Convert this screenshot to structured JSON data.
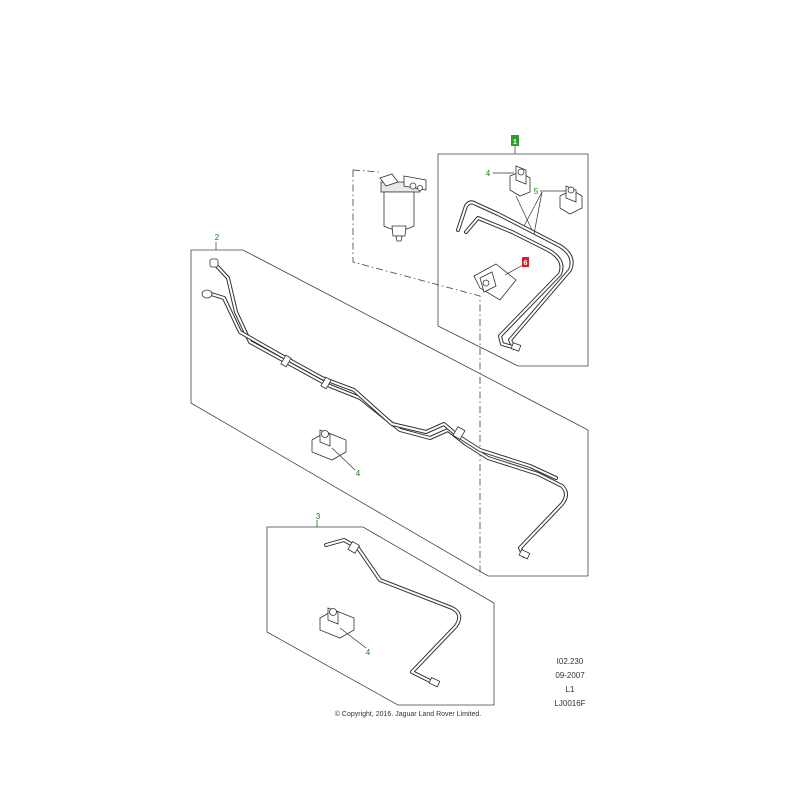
{
  "callouts": {
    "group1": "1",
    "group2": "2",
    "group3": "3",
    "clip_a": "4",
    "clip_b": "5",
    "bracket": "6",
    "clip_c": "4",
    "clip_d": "4"
  },
  "meta": {
    "ref": "I02.230",
    "date": "09-2007",
    "level": "L1",
    "code": "LJ0016F"
  },
  "copyright": "© Copyright, 2016. Jaguar Land Rover Limited.",
  "colors": {
    "callout_green": "#2e9e2e",
    "callout_red": "#d8202a"
  }
}
